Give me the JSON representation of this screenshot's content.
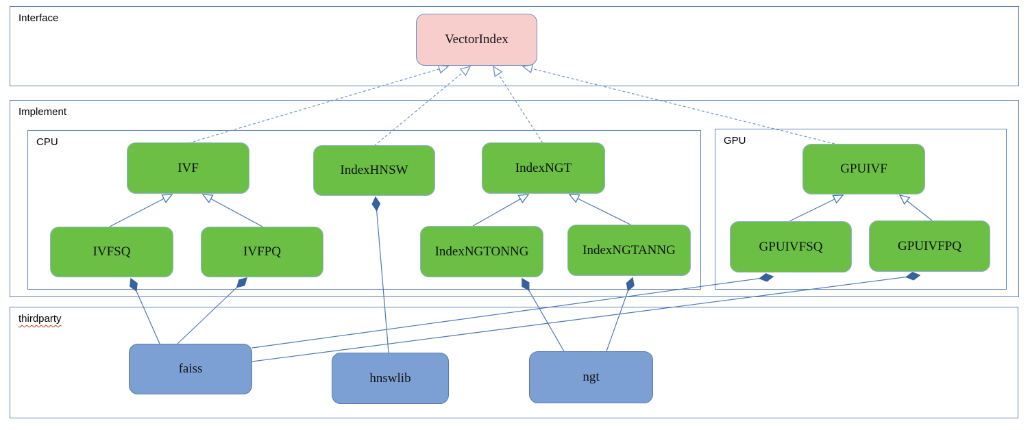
{
  "sections": {
    "interface": {
      "label": "Interface"
    },
    "implement": {
      "label": "Implement"
    },
    "cpu": {
      "label": "CPU"
    },
    "gpu": {
      "label": "GPU"
    },
    "thirdparty": {
      "label": "thirdparty"
    }
  },
  "nodes": {
    "vectorindex": {
      "label": "VectorIndex",
      "kind": "interface"
    },
    "ivf": {
      "label": "IVF",
      "kind": "cpu-class"
    },
    "indexhnsw": {
      "label": "IndexHNSW",
      "kind": "cpu-class"
    },
    "indexngt": {
      "label": "IndexNGT",
      "kind": "cpu-class"
    },
    "ivfsq": {
      "label": "IVFSQ",
      "kind": "cpu-class"
    },
    "ivfpq": {
      "label": "IVFPQ",
      "kind": "cpu-class"
    },
    "indexngtonng": {
      "label": "IndexNGTONNG",
      "kind": "cpu-class"
    },
    "indexngtanng": {
      "label": "IndexNGTANNG",
      "kind": "cpu-class"
    },
    "gpuivf": {
      "label": "GPUIVF",
      "kind": "gpu-class"
    },
    "gpuivfsq": {
      "label": "GPUIVFSQ",
      "kind": "gpu-class"
    },
    "gpuivfpq": {
      "label": "GPUIVFPQ",
      "kind": "gpu-class"
    },
    "faiss": {
      "label": "faiss",
      "kind": "thirdparty-lib"
    },
    "hnswlib": {
      "label": "hnswlib",
      "kind": "thirdparty-lib"
    },
    "ngt": {
      "label": "ngt",
      "kind": "thirdparty-lib"
    }
  },
  "edges": [
    {
      "from": "ivf",
      "to": "vectorindex",
      "type": "realization-dashed-open-arrow"
    },
    {
      "from": "indexhnsw",
      "to": "vectorindex",
      "type": "realization-dashed-open-arrow"
    },
    {
      "from": "indexngt",
      "to": "vectorindex",
      "type": "realization-dashed-open-arrow"
    },
    {
      "from": "gpuivf",
      "to": "vectorindex",
      "type": "realization-dashed-open-arrow"
    },
    {
      "from": "ivfsq",
      "to": "ivf",
      "type": "inheritance-open-arrow"
    },
    {
      "from": "ivfpq",
      "to": "ivf",
      "type": "inheritance-open-arrow"
    },
    {
      "from": "indexngtonng",
      "to": "indexngt",
      "type": "inheritance-open-arrow"
    },
    {
      "from": "indexngtanng",
      "to": "indexngt",
      "type": "inheritance-open-arrow"
    },
    {
      "from": "gpuivfsq",
      "to": "gpuivf",
      "type": "inheritance-open-arrow"
    },
    {
      "from": "gpuivfpq",
      "to": "gpuivf",
      "type": "inheritance-open-arrow"
    },
    {
      "from": "faiss",
      "to": "ivfsq",
      "type": "composition-filled-diamond"
    },
    {
      "from": "faiss",
      "to": "ivfpq",
      "type": "composition-filled-diamond"
    },
    {
      "from": "faiss",
      "to": "gpuivfsq",
      "type": "composition-filled-diamond"
    },
    {
      "from": "faiss",
      "to": "gpuivfpq",
      "type": "composition-filled-diamond"
    },
    {
      "from": "hnswlib",
      "to": "indexhnsw",
      "type": "composition-filled-diamond"
    },
    {
      "from": "ngt",
      "to": "indexngtonng",
      "type": "composition-filled-diamond"
    },
    {
      "from": "ngt",
      "to": "indexngtanng",
      "type": "composition-filled-diamond"
    }
  ],
  "colors": {
    "class_fill_green": "#6abf44",
    "interface_fill_pink": "#f8cecc",
    "thirdparty_fill_blue": "#7da0d4",
    "frame_border_blue": "#5b81b5",
    "edge_solid_blue": "#4b77b3",
    "edge_dashed_blue": "#6e93c7",
    "diamond_fill": "#36639c",
    "spellcheck_underline_red": "#d03020"
  }
}
